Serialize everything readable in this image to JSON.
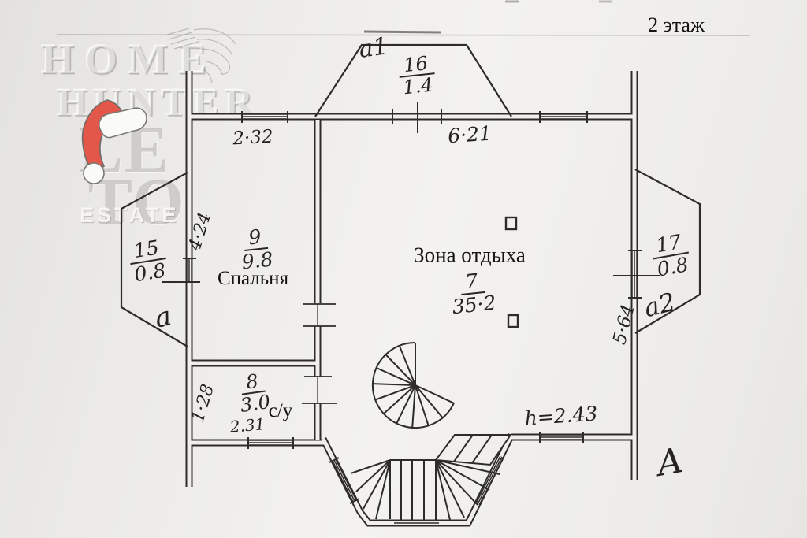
{
  "page": {
    "floor_label": "2 этаж"
  },
  "watermark": {
    "brand_line1": "HOME",
    "brand_line2": "HUNTER",
    "monogram_top": "LE",
    "monogram_bottom": "TO",
    "estate": "ESTATE"
  },
  "rooms": {
    "bay_top": {
      "label": "a1",
      "number": "16",
      "area": "1.4"
    },
    "bedroom": {
      "number": "9",
      "area": "9.8",
      "name": "Спальня"
    },
    "lounge": {
      "name": "Зона отдыха",
      "number": "7",
      "area": "35·2"
    },
    "bathroom": {
      "number": "8",
      "area": "3.0",
      "name": "с/у"
    },
    "bay_left": {
      "label": "a",
      "number": "15",
      "area": "0.8"
    },
    "bay_right": {
      "label": "a2",
      "number": "17",
      "area": "0.8"
    }
  },
  "dimensions": {
    "top_wall_left": "2·32",
    "top_wall_right": "6·21",
    "bedroom_left_wall": "4·24",
    "bathroom_left_wall": "1·28",
    "bathroom_width": "2.31",
    "right_wall": "5·64",
    "ceiling_height": "h=2.43"
  },
  "axis_marks": {
    "section_letter": "А"
  },
  "colors": {
    "plan_ink": "#2e2c29",
    "paper": "#f0efec",
    "santa_hat_red": "#e2574a"
  }
}
